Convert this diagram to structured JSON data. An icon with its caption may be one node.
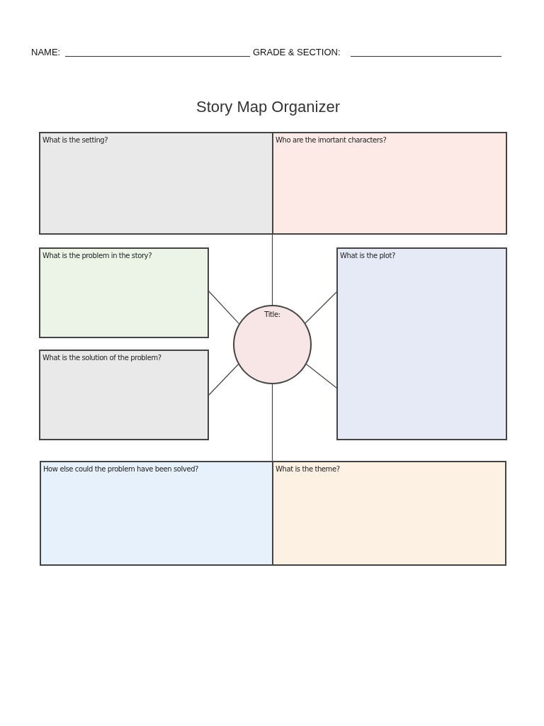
{
  "diagram": {
    "title": "Story Map Organizer",
    "nodes": [
      {
        "text": [
          "What is the setting?"
        ]
      },
      {
        "text": [
          "Who are the imortant characters?"
        ]
      },
      {
        "text": [
          "What is the problem in the story?"
        ]
      },
      {
        "text": [
          "What is the plot?"
        ]
      },
      {
        "text": [
          "Title:"
        ]
      },
      {
        "text": [
          "What is the solution of the problem?"
        ]
      },
      {
        "text": [
          "How else could the problem have been solved?"
        ]
      },
      {
        "text": [
          "What is the theme?"
        ]
      }
    ],
    "edges": [
      {
        "from": 4,
        "to": 0,
        "arrow": "none"
      },
      {
        "from": 4,
        "to": 2,
        "arrow": "none"
      },
      {
        "from": 4,
        "to": 3,
        "arrow": "none"
      },
      {
        "from": 4,
        "to": 5,
        "arrow": "none"
      },
      {
        "from": 4,
        "to": 3,
        "arrow": "none"
      },
      {
        "from": 4,
        "to": 6,
        "arrow": "none"
      }
    ],
    "labels": [
      "NAME:",
      "GRADE & SECTION:"
    ]
  }
}
